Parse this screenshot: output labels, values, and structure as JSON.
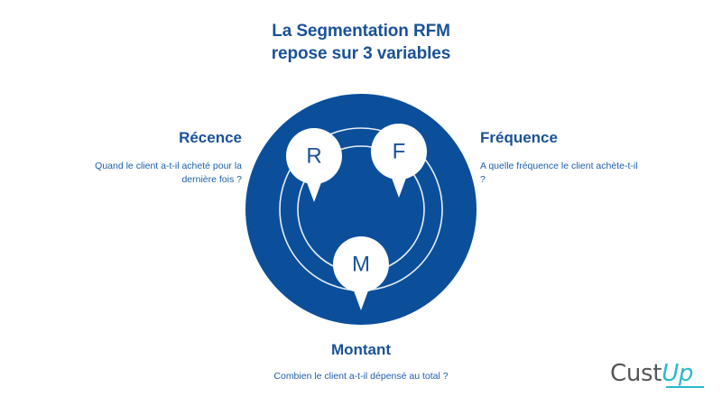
{
  "theme": {
    "background": "#ffffff",
    "deep_blue": "#0b4f9b",
    "title_blue": "#1a5298",
    "body_blue": "#1e5fa9",
    "pin_fill": "#ffffff",
    "logo_gray": "#555759",
    "logo_cyan": "#29b8d4"
  },
  "title": {
    "line1": "La Segmentation RFM",
    "line2": "repose sur 3 variables"
  },
  "diagram": {
    "name": "rfm-circle-diagram",
    "pins": [
      {
        "id": "recence",
        "letter": "R",
        "position": "top-left"
      },
      {
        "id": "frequence",
        "letter": "F",
        "position": "top-right"
      },
      {
        "id": "montant",
        "letter": "M",
        "position": "bottom-center"
      }
    ],
    "rings": 2
  },
  "blocks": {
    "recence": {
      "heading": "Récence",
      "description": "Quand le client a-t-il acheté pour la dernière fois ?"
    },
    "frequence": {
      "heading": "Fréquence",
      "description": "A quelle fréquence le client achète-t-il ?"
    },
    "montant": {
      "heading": "Montant",
      "description": "Combien le client a-t-il dépensé au total ?"
    }
  },
  "logo": {
    "part1": "Cust",
    "part2": "Up"
  }
}
